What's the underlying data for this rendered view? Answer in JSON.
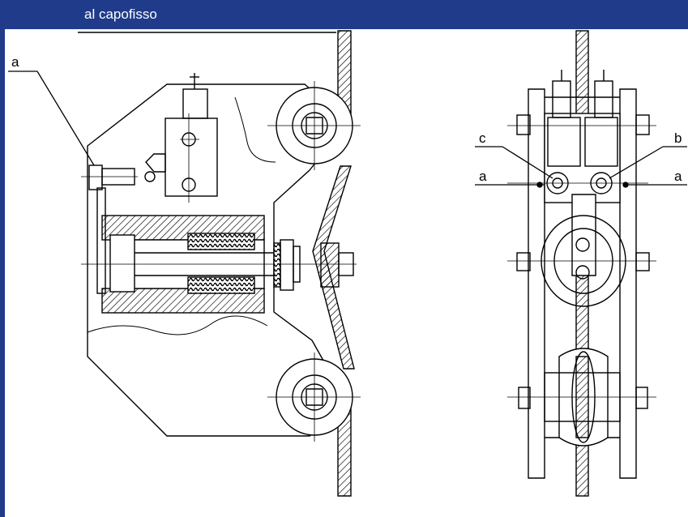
{
  "header": {
    "title": "al capofisso",
    "background_color": "#1f3b8a",
    "text_color": "#ffffff"
  },
  "drawing": {
    "left_view_labels": {
      "a": "a"
    },
    "right_view_labels": {
      "c": "c",
      "b": "b",
      "a_left": "a",
      "a_right": "a"
    }
  }
}
